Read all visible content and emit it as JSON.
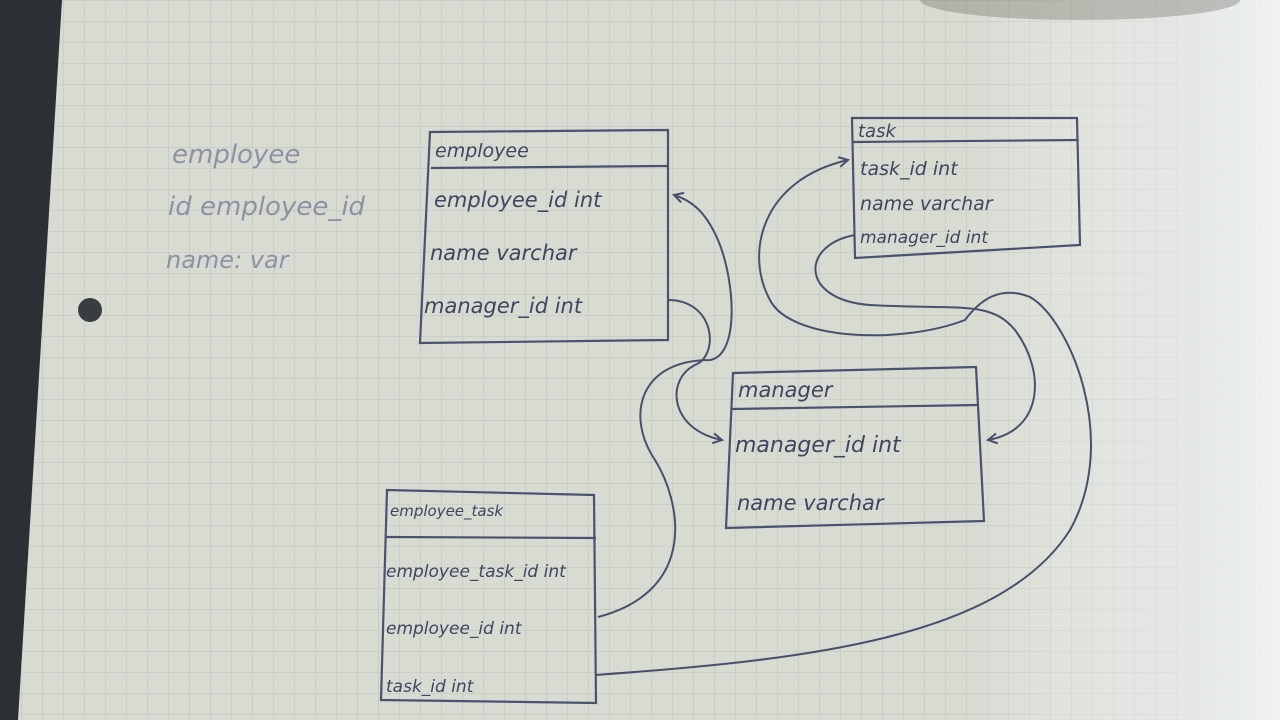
{
  "margin_note": {
    "lines": [
      "employee",
      "id employee_id",
      "name: var"
    ]
  },
  "tables": {
    "employee": {
      "title": "employee",
      "rows": [
        "employee_id int",
        "name varchar",
        "manager_id int"
      ]
    },
    "task": {
      "title": "task",
      "rows": [
        "task_id int",
        "name varchar",
        "manager_id int"
      ]
    },
    "manager": {
      "title": "manager",
      "rows": [
        "manager_id int",
        "name varchar"
      ]
    },
    "employee_task": {
      "title": "employee_task",
      "rows": [
        "employee_task_id int",
        "employee_id int",
        "task_id int"
      ]
    }
  },
  "colors": {
    "ink": "#3e4660",
    "paper": "#d9dcd3",
    "grid": "#b9bdb8"
  }
}
